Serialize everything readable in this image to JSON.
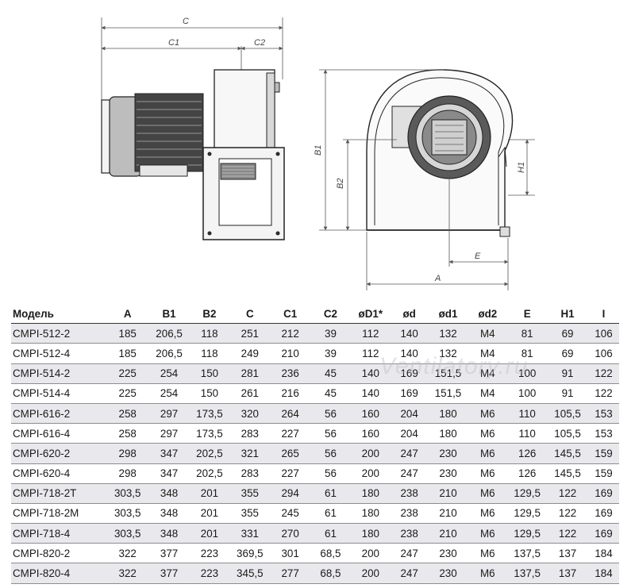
{
  "drawing": {
    "dims": {
      "c": "C",
      "c1": "C1",
      "c2": "C2",
      "b1": "B1",
      "b2": "B2",
      "h1": "H1",
      "e": "E",
      "a": "A"
    }
  },
  "table": {
    "headers": [
      "Модель",
      "A",
      "B1",
      "B2",
      "C",
      "C1",
      "C2",
      "øD1*",
      "ød",
      "ød1",
      "ød2",
      "E",
      "H1",
      "I"
    ],
    "rows": [
      [
        "CMPI-512-2",
        "185",
        "206,5",
        "118",
        "251",
        "212",
        "39",
        "112",
        "140",
        "132",
        "M4",
        "81",
        "69",
        "106"
      ],
      [
        "CMPI-512-4",
        "185",
        "206,5",
        "118",
        "249",
        "210",
        "39",
        "112",
        "140",
        "132",
        "M4",
        "81",
        "69",
        "106"
      ],
      [
        "CMPI-514-2",
        "225",
        "254",
        "150",
        "281",
        "236",
        "45",
        "140",
        "169",
        "151,5",
        "M4",
        "100",
        "91",
        "122"
      ],
      [
        "CMPI-514-4",
        "225",
        "254",
        "150",
        "261",
        "216",
        "45",
        "140",
        "169",
        "151,5",
        "M4",
        "100",
        "91",
        "122"
      ],
      [
        "CMPI-616-2",
        "258",
        "297",
        "173,5",
        "320",
        "264",
        "56",
        "160",
        "204",
        "180",
        "M6",
        "110",
        "105,5",
        "153"
      ],
      [
        "CMPI-616-4",
        "258",
        "297",
        "173,5",
        "283",
        "227",
        "56",
        "160",
        "204",
        "180",
        "M6",
        "110",
        "105,5",
        "153"
      ],
      [
        "CMPI-620-2",
        "298",
        "347",
        "202,5",
        "321",
        "265",
        "56",
        "200",
        "247",
        "230",
        "M6",
        "126",
        "145,5",
        "159"
      ],
      [
        "CMPI-620-4",
        "298",
        "347",
        "202,5",
        "283",
        "227",
        "56",
        "200",
        "247",
        "230",
        "M6",
        "126",
        "145,5",
        "159"
      ],
      [
        "CMPI-718-2T",
        "303,5",
        "348",
        "201",
        "355",
        "294",
        "61",
        "180",
        "238",
        "210",
        "M6",
        "129,5",
        "122",
        "169"
      ],
      [
        "CMPI-718-2M",
        "303,5",
        "348",
        "201",
        "355",
        "245",
        "61",
        "180",
        "238",
        "210",
        "M6",
        "129,5",
        "122",
        "169"
      ],
      [
        "CMPI-718-4",
        "303,5",
        "348",
        "201",
        "331",
        "270",
        "61",
        "180",
        "238",
        "210",
        "M6",
        "129,5",
        "122",
        "169"
      ],
      [
        "CMPI-820-2",
        "322",
        "377",
        "223",
        "369,5",
        "301",
        "68,5",
        "200",
        "247",
        "230",
        "M6",
        "137,5",
        "137",
        "184"
      ],
      [
        "CMPI-820-4",
        "322",
        "377",
        "223",
        "345,5",
        "277",
        "68,5",
        "200",
        "247",
        "230",
        "M6",
        "137,5",
        "137",
        "184"
      ]
    ]
  },
  "watermark": "Ventilatory.ru"
}
